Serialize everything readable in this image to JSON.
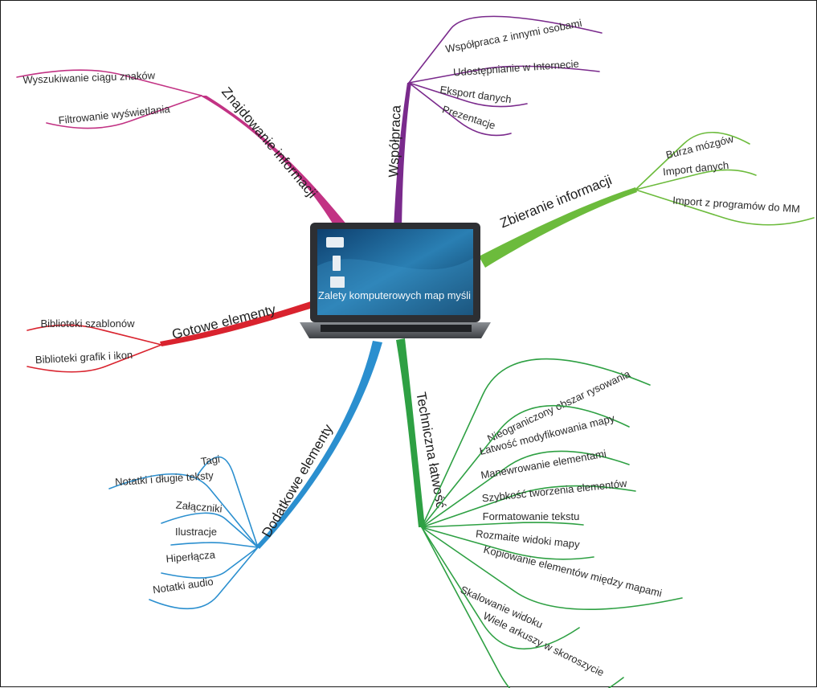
{
  "center": {
    "label": "Zalety komputerowych map myśli",
    "screen_color": "#1c5a8a",
    "body_color": "#5a5d61"
  },
  "branches": [
    {
      "key": "znajdowanie",
      "label": "Znajdowanie informacji",
      "color": "#c23384",
      "leaves": [
        "Wyszukiwanie ciągu znaków",
        "Filtrowanie wyświetlania"
      ]
    },
    {
      "key": "wspolpraca",
      "label": "Współpraca",
      "color": "#7a2a8c",
      "leaves": [
        "Współpraca z innymi osobami",
        "Udostępnianie w Internecie",
        "Eksport danych",
        "Prezentacje"
      ]
    },
    {
      "key": "zbieranie",
      "label": "Zbieranie informacji",
      "color": "#6cbb3c",
      "leaves": [
        "Burza mózgów",
        "Import danych",
        "Import z programów do MM"
      ]
    },
    {
      "key": "gotowe",
      "label": "Gotowe elementy",
      "color": "#d9232e",
      "leaves": [
        "Biblioteki szablonów",
        "Biblioteki grafik i ikon"
      ]
    },
    {
      "key": "dodatkowe",
      "label": "Dodatkowe elementy",
      "color": "#2b8fcf",
      "leaves": [
        "Tagi",
        "Notatki i długie teksty",
        "Załączniki",
        "Ilustracje",
        "Hiperłącza",
        "Notatki audio"
      ]
    },
    {
      "key": "techniczna",
      "label": "Techniczna łatwość",
      "color": "#2ea043",
      "leaves": [
        "Nieograniczony obszar rysowania",
        "Łatwość modyfikowania mapy",
        "Manewrowanie elementami",
        "Szybkość tworzenia elementów",
        "Formatowanie tekstu",
        "Rozmaite widoki mapy",
        "Kopiowanie elementów między mapami",
        "Skalowanie widoku",
        "Wiele arkuszy w skoroszycie"
      ]
    }
  ]
}
